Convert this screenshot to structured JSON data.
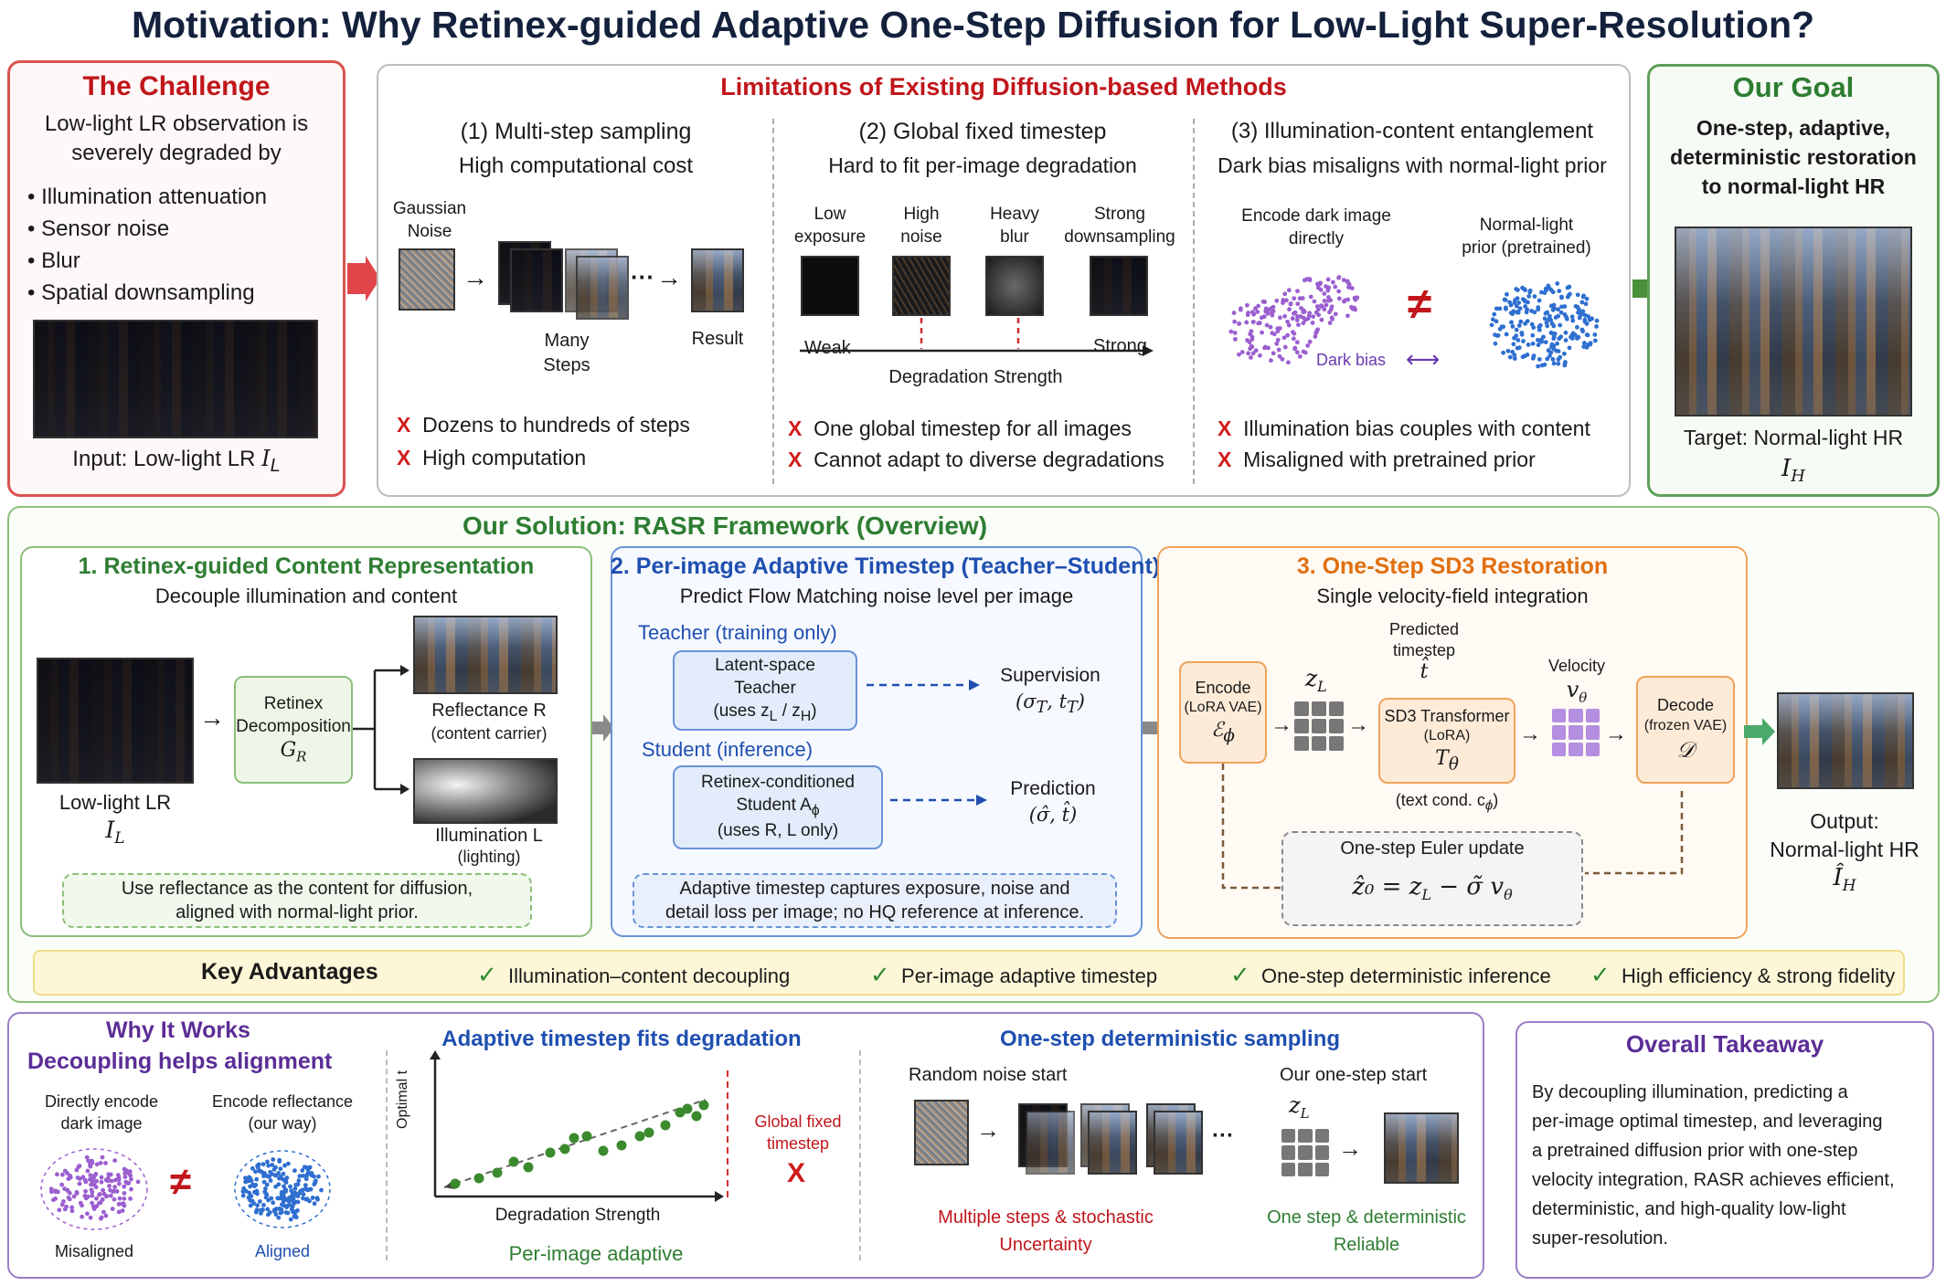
{
  "title": "Motivation: Why Retinex-guided Adaptive One-Step Diffusion for Low-Light Super-Resolution?",
  "challenge": {
    "heading": "The Challenge",
    "intro_1": "Low-light LR observation is",
    "intro_2": "severely degraded by",
    "bullets": [
      "Illumination attenuation",
      "Sensor noise",
      "Blur",
      "Spatial downsampling"
    ],
    "input_label": "Input: Low-light LR",
    "input_sym": "I",
    "input_sub": "L"
  },
  "limitations": {
    "heading": "Limitations of Existing Diffusion-based Methods",
    "col1": {
      "title": "(1) Multi-step sampling",
      "subtitle": "High computational cost",
      "noise_1": "Gaussian",
      "noise_2": "Noise",
      "dots": "···",
      "steps_1": "Many",
      "steps_2": "Steps",
      "result": "Result",
      "cons": [
        "Dozens to hundreds of steps",
        "High computation"
      ]
    },
    "col2": {
      "title": "(2) Global fixed timestep",
      "subtitle": "Hard to fit per-image degradation",
      "labels": [
        [
          "Low",
          "exposure"
        ],
        [
          "High",
          "noise"
        ],
        [
          "Heavy",
          "blur"
        ],
        [
          "Strong",
          "downsampling"
        ]
      ],
      "weak": "Weak",
      "strong": "Strong",
      "axis": "Degradation Strength",
      "cons": [
        "One global timestep for all images",
        "Cannot adapt to diverse degradations"
      ]
    },
    "col3": {
      "title": "(3) Illumination-content entanglement",
      "subtitle": "Dark bias misaligns with normal-light prior",
      "left_1": "Encode dark image",
      "left_2": "directly",
      "right_1": "Normal-light",
      "right_2": "prior (pretrained)",
      "neq": "≠",
      "bias": "Dark bias",
      "cons": [
        "Illumination bias couples with content",
        "Misaligned with pretrained prior"
      ]
    },
    "x_mark": "X"
  },
  "goal": {
    "heading": "Our Goal",
    "lines": [
      "One-step, adaptive,",
      "deterministic restoration",
      "to normal-light HR"
    ],
    "target": "Target: Normal-light HR",
    "target_sym": "I",
    "target_sub": "H"
  },
  "solution": {
    "heading": "Our Solution: RASR Framework (Overview)",
    "part1": {
      "title": "1. Retinex-guided Content Representation",
      "subtitle": "Decouple illumination and content",
      "lowlight": "Low-light LR",
      "lowlight_sym": "I",
      "lowlight_sub": "L",
      "retinex_1": "Retinex",
      "retinex_2": "Decomposition",
      "retinex_sym": "G",
      "retinex_sub": "R",
      "refl_1": "Reflectance R",
      "refl_2": "(content carrier)",
      "illum_1": "Illumination L",
      "illum_2": "(lighting)",
      "note_1": "Use reflectance as the content for diffusion,",
      "note_2": "aligned with normal-light prior."
    },
    "part2": {
      "title": "2. Per-image Adaptive Timestep (Teacher–Student)",
      "subtitle": "Predict Flow Matching noise level per image",
      "teacher_label": "Teacher (training only)",
      "teacher_1": "Latent-space",
      "teacher_2": "Teacher",
      "teacher_3": "(uses z",
      "teacher_3a": "L",
      "teacher_3b": " / z",
      "teacher_3c": "H",
      "teacher_3d": ")",
      "supervision": "Supervision",
      "supervision_sym": "(σ",
      "supervision_a": "T",
      "supervision_b": ", t",
      "supervision_c": "T",
      "supervision_d": ")",
      "student_label": "Student (inference)",
      "student_1": "Retinex-conditioned",
      "student_2": "Student A",
      "student_2a": "ϕ",
      "student_3": "(uses R, L only)",
      "prediction": "Prediction",
      "prediction_sym": "(σ̂, t̂)",
      "note_1": "Adaptive timestep captures exposure, noise and",
      "note_2": "detail loss per image; no HQ reference at inference."
    },
    "part3": {
      "title": "3. One-Step SD3 Restoration",
      "subtitle": "Single velocity-field integration",
      "encode_1": "Encode",
      "encode_2": "(LoRA VAE)",
      "encode_sym": "ℰ",
      "encode_sub": "ϕ",
      "zl": "z",
      "zl_sub": "L",
      "pred_1": "Predicted",
      "pred_2": "timestep",
      "pred_sym": "t̂",
      "sd3_1": "SD3 Transformer",
      "sd3_2": "(LoRA)",
      "sd3_sym": "T",
      "sd3_sub": "θ",
      "text_cond": "(text cond. c",
      "text_cond_sub": "ϕ",
      "text_cond_end": ")",
      "velocity": "Velocity",
      "velocity_sym": "v",
      "velocity_sub": "θ",
      "decode_1": "Decode",
      "decode_2": "(frozen VAE)",
      "decode_sym": "𝒟",
      "euler": "One-step Euler update",
      "euler_eq": "ẑ₀ = z",
      "euler_eq_sub": "L",
      "euler_eq_end": " − σ̃ v",
      "euler_eq_sub2": "θ"
    },
    "output_1": "Output:",
    "output_2": "Normal-light HR",
    "output_sym": "Î",
    "output_sub": "H"
  },
  "advantages": {
    "label": "Key Advantages",
    "check": "✓",
    "items": [
      "Illumination–content decoupling",
      "Per-image adaptive timestep",
      "One-step deterministic inference",
      "High efficiency & strong fidelity"
    ]
  },
  "why": {
    "heading_1": "Why It Works",
    "heading_2": "Decoupling helps alignment",
    "left_1": "Directly encode",
    "left_2": "dark image",
    "right_1": "Encode reflectance",
    "right_2": "(our way)",
    "neq": "≠",
    "misaligned": "Misaligned",
    "aligned": "Aligned",
    "adaptive_title": "Adaptive timestep fits degradation",
    "yaxis": "Optimal t",
    "xaxis": "Degradation Strength",
    "global_1": "Global fixed",
    "global_2": "timestep",
    "x_mark": "X",
    "adaptive_foot": "Per-image adaptive",
    "onestep_title": "One-step deterministic sampling",
    "random_start": "Random noise start",
    "our_start": "Our one-step start",
    "zl": "z",
    "zl_sub": "L",
    "dots": "···",
    "multi_1": "Multiple steps & stochastic",
    "multi_2": "Uncertainty",
    "one_1": "One step & deterministic",
    "one_2": "Reliable"
  },
  "takeaway": {
    "heading": "Overall Takeaway",
    "lines": [
      "By decoupling illumination, predicting a",
      "per-image optimal timestep, and leveraging",
      "a pretrained diffusion prior with one-step",
      "velocity integration, RASR achieves efficient,",
      "deterministic, and high-quality low-light",
      "super-resolution."
    ]
  },
  "colors": {
    "red": "#c0161b",
    "green": "#2e7d32",
    "blue": "#1f4fb0",
    "orange": "#e06f10",
    "purple": "#5b2d96"
  }
}
